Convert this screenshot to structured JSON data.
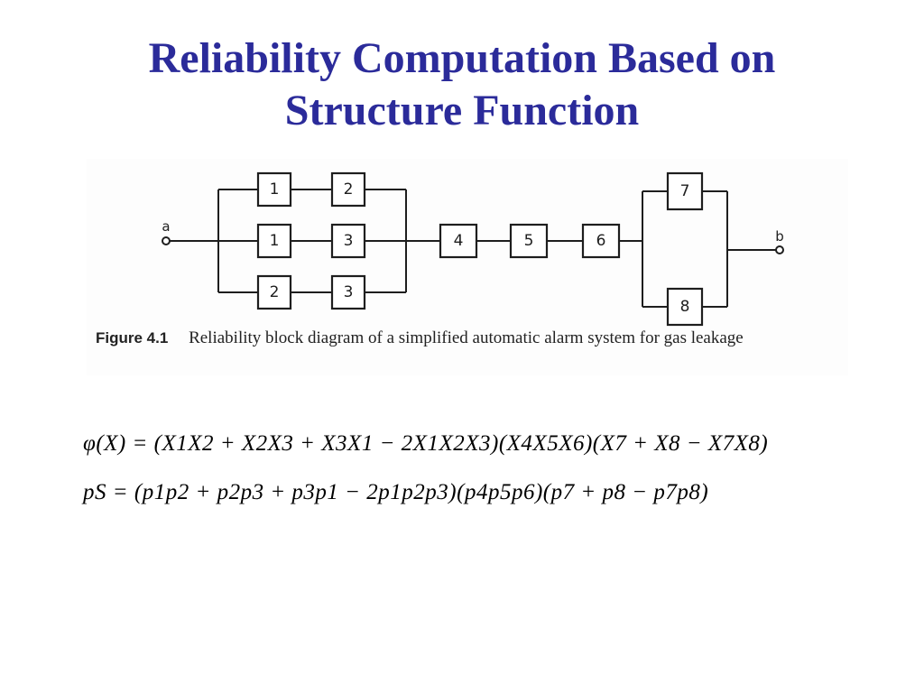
{
  "slide": {
    "title_line1": "Reliability Computation Based on",
    "title_line2": "Structure Function",
    "title_color": "#2b2b9a"
  },
  "figure": {
    "terminal_a": "a",
    "terminal_b": "b",
    "blocks": [
      "1",
      "2",
      "1",
      "3",
      "2",
      "3",
      "4",
      "5",
      "6",
      "7",
      "8"
    ],
    "caption_label": "Figure 4.1",
    "caption_text": "Reliability block diagram of a simplified automatic alarm system for gas leakage"
  },
  "equations": {
    "structure_function": "φ(X) = (X1X2 + X2X3 + X3X1 − 2X1X2X3)(X4X5X6)(X7 + X8 − X7X8)",
    "system_reliability": "pS = (p1p2 + p2p3 + p3p1 − 2p1p2p3)(p4p5p6)(p7 + p8 − p7p8)"
  }
}
